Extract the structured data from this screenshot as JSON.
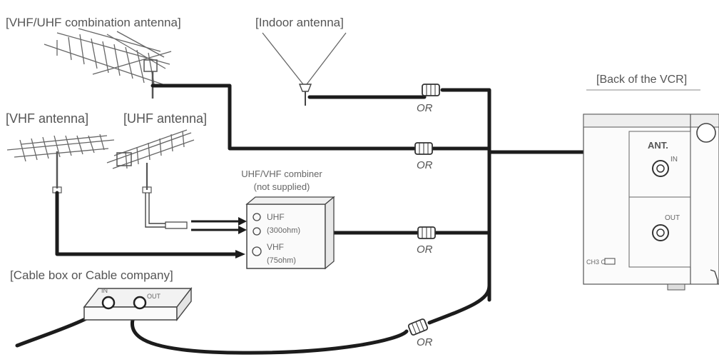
{
  "labels": {
    "vhf_uhf_combo": "[VHF/UHF combination antenna]",
    "indoor": "[Indoor antenna]",
    "vhf": "[VHF antenna]",
    "uhf": "[UHF antenna]",
    "combiner_line1": "UHF/VHF combiner",
    "combiner_line2": "(not supplied)",
    "cable_box": "[Cable box or Cable company]",
    "back_vcr": "[Back of the VCR]",
    "or": "OR"
  },
  "combiner": {
    "uhf": "UHF",
    "uhf_ohm": "(300ohm)",
    "vhf": "VHF",
    "vhf_ohm": "(75ohm)"
  },
  "cable_box": {
    "in": "IN",
    "out": "OUT"
  },
  "vcr": {
    "ant": "ANT.",
    "in": "IN",
    "out": "OUT",
    "ch_labels": "CH3 CH4"
  },
  "colors": {
    "cable": "#1c1c1c",
    "label": "#555555"
  }
}
